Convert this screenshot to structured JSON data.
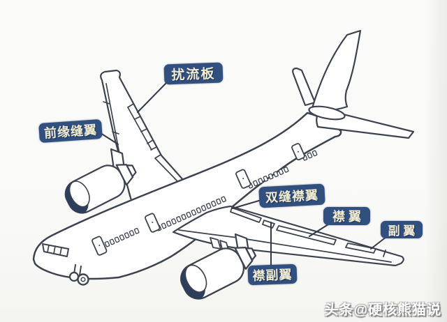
{
  "diagram": {
    "subject": "airliner-control-surfaces",
    "label_bg": "#31507f",
    "label_text_color": "#f1ecd2",
    "line_color": "#3d434e",
    "engine_inlet_color": "#2c3e5c",
    "labels": [
      {
        "id": "spoiler",
        "text": "扰流板"
      },
      {
        "id": "leading-edge-slat",
        "text": "前缘缝翼"
      },
      {
        "id": "double-slotted-flap",
        "text": "双缝襟翼"
      },
      {
        "id": "flap",
        "text": "襟 翼"
      },
      {
        "id": "aileron",
        "text": "副 翼"
      },
      {
        "id": "flaperon",
        "text": "襟副翼"
      }
    ]
  },
  "watermark": {
    "text": "头条@硬核熊猫说"
  }
}
